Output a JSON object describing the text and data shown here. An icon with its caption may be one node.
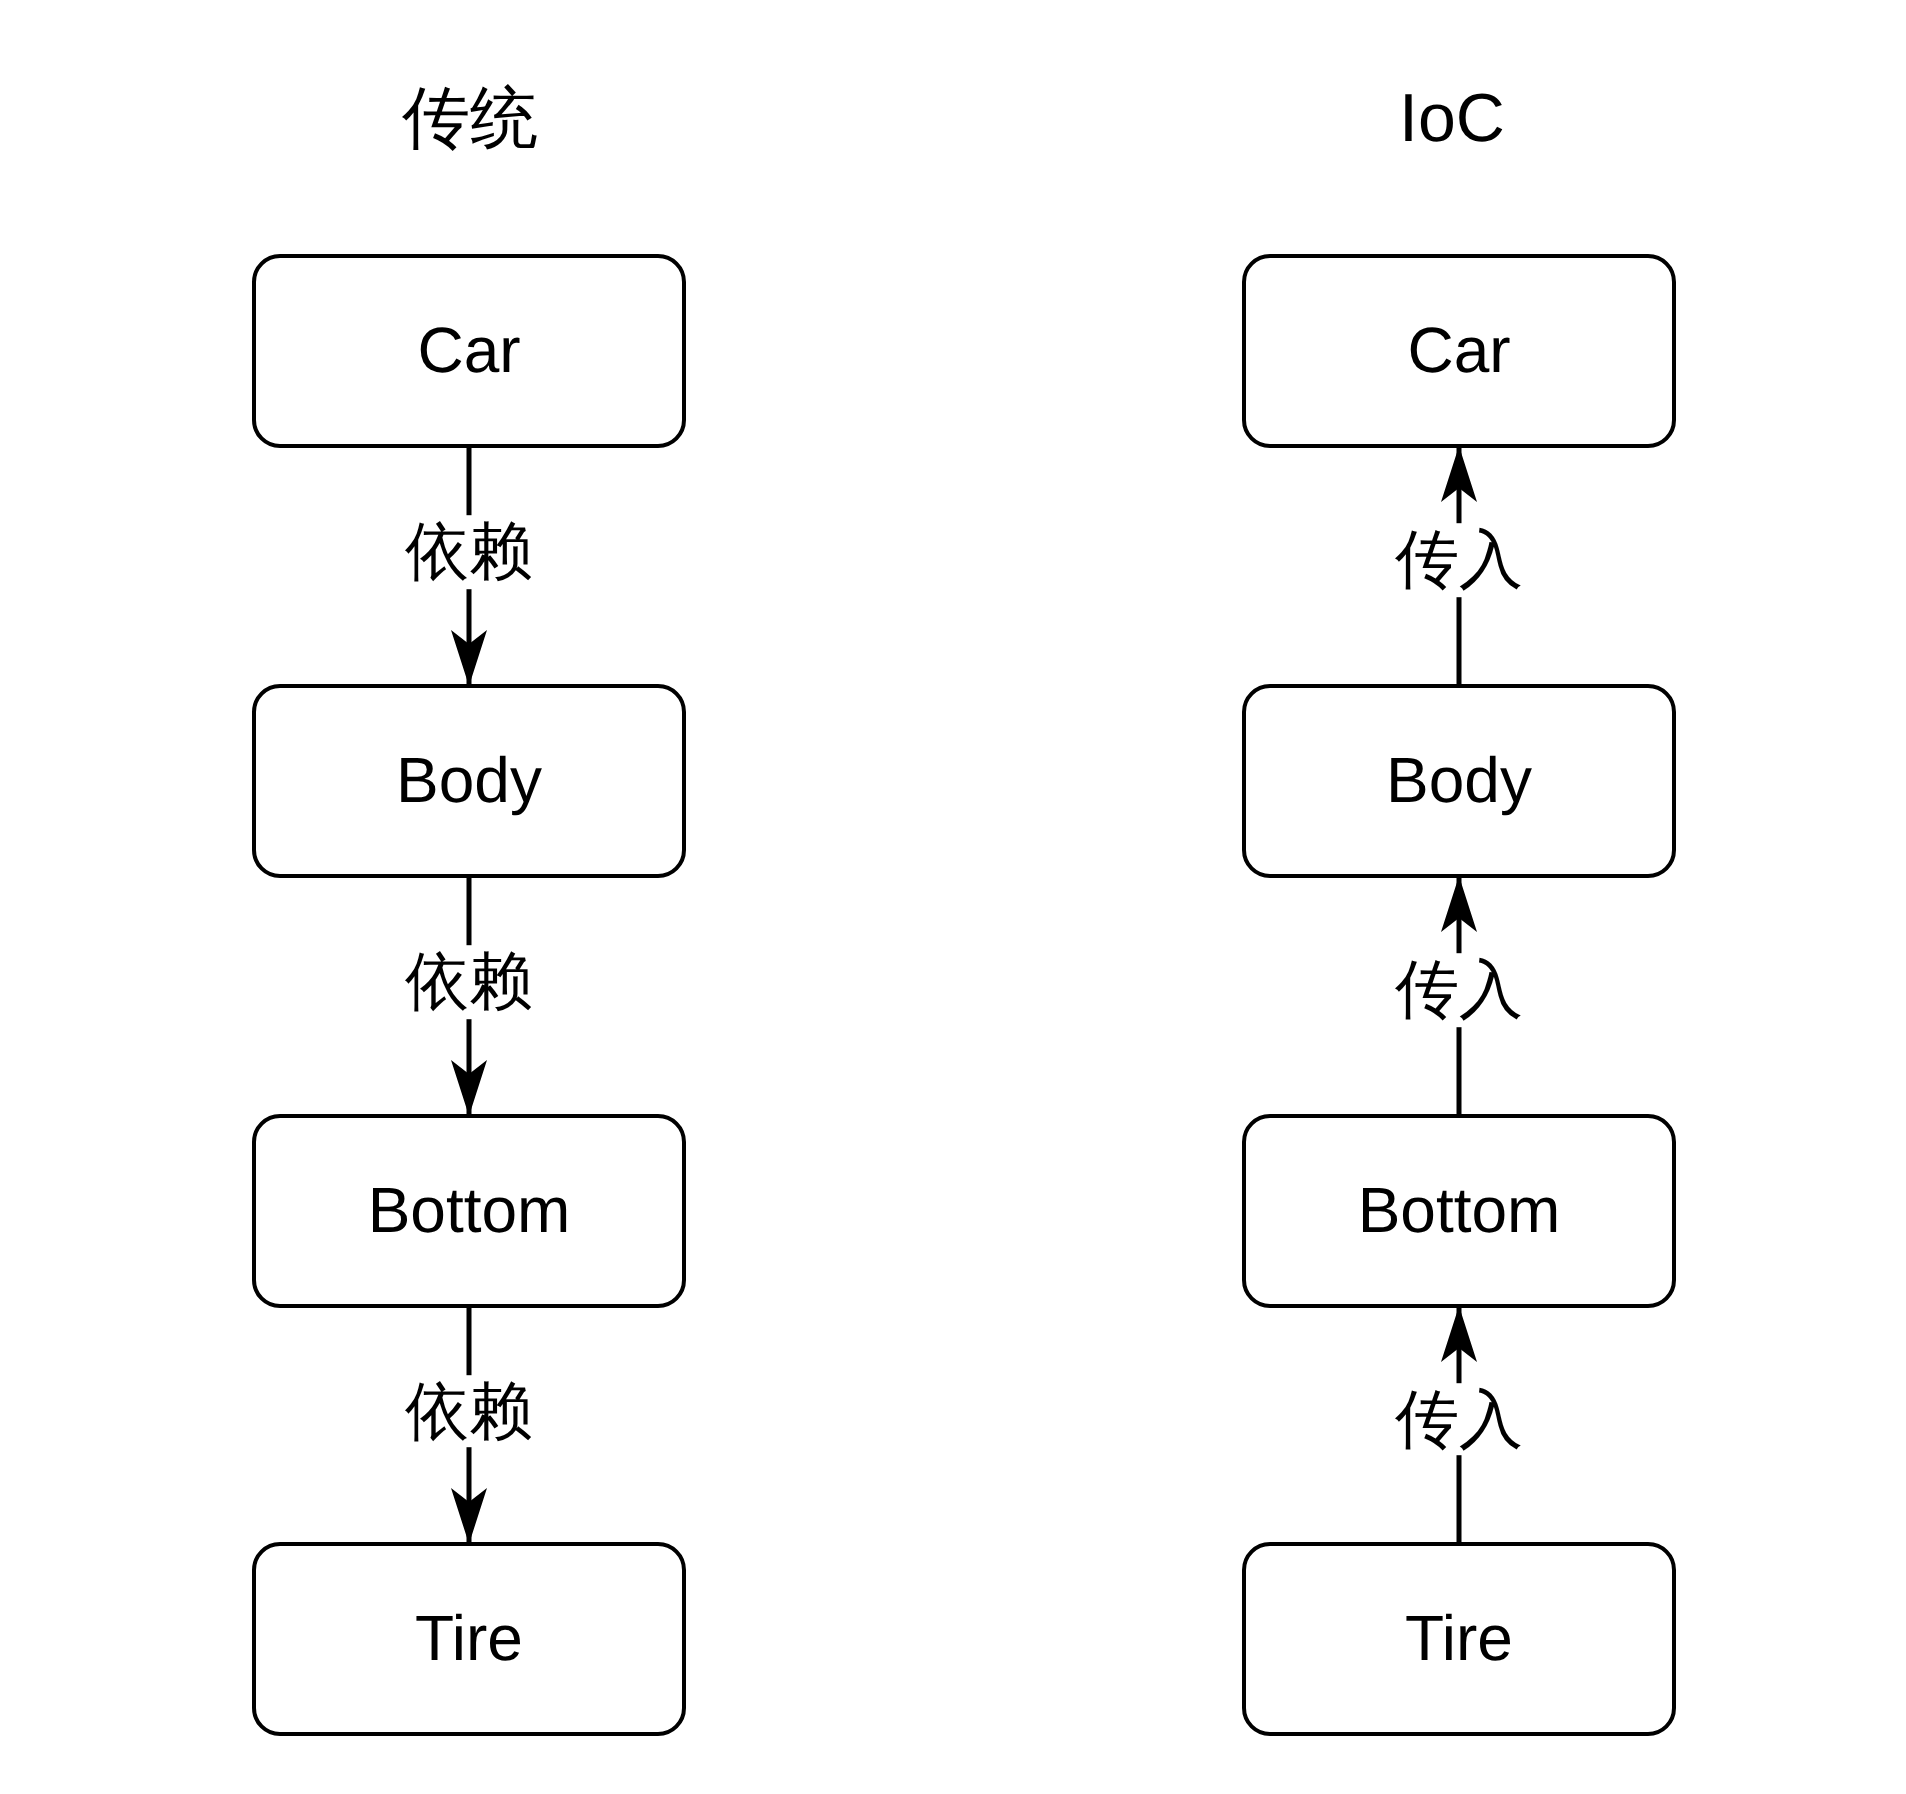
{
  "diagram": {
    "nodes": [
      {
        "text": [
          "Car"
        ]
      },
      {
        "text": [
          "Body"
        ]
      },
      {
        "text": [
          "Bottom"
        ]
      },
      {
        "text": [
          "Tire"
        ]
      },
      {
        "text": [
          "Car"
        ]
      },
      {
        "text": [
          "Body"
        ]
      },
      {
        "text": [
          "Bottom"
        ]
      },
      {
        "text": [
          "Tire"
        ]
      }
    ],
    "edges": [
      {
        "from": 0,
        "to": 1,
        "arrow": "to",
        "label": "依赖"
      },
      {
        "from": 1,
        "to": 2,
        "arrow": "to",
        "label": "依赖"
      },
      {
        "from": 2,
        "to": 3,
        "arrow": "to",
        "label": "依赖"
      },
      {
        "from": 7,
        "to": 6,
        "arrow": "to",
        "label": "传入"
      },
      {
        "from": 6,
        "to": 5,
        "arrow": "to",
        "label": "传入"
      },
      {
        "from": 5,
        "to": 4,
        "arrow": "to",
        "label": "传入"
      }
    ],
    "labels": [
      "传统",
      "IoC"
    ]
  }
}
